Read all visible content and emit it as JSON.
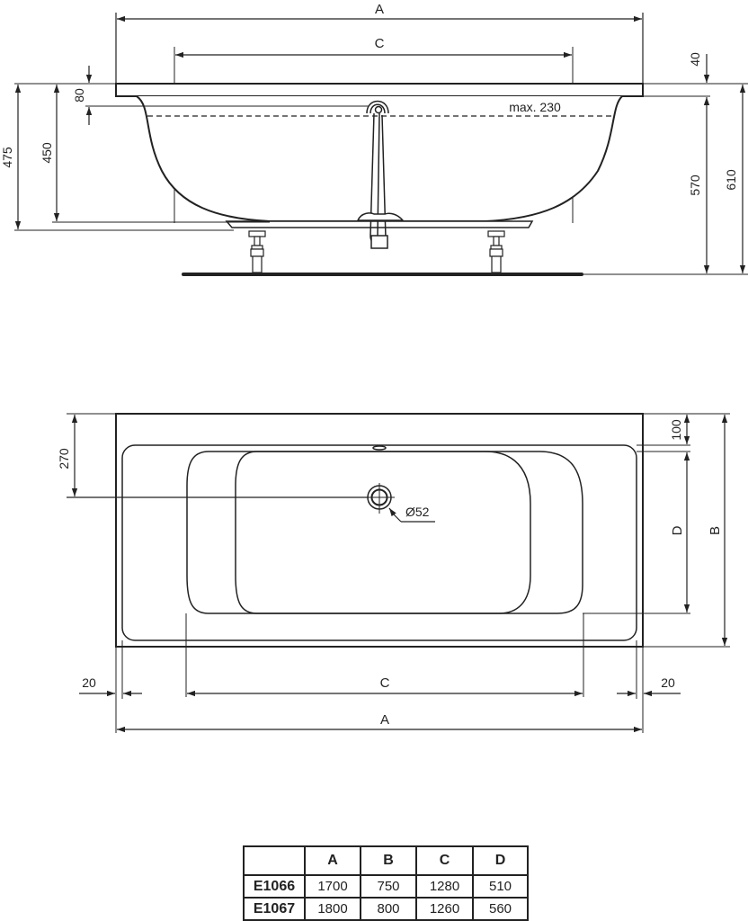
{
  "side_view": {
    "dims": {
      "length_overall": "A",
      "inner_length": "C",
      "rim_thickness_right": "40",
      "overflow_drop": "80",
      "max_water_level": "max. 230",
      "height_to_bottom_inner": "450",
      "height_to_bottom_outer": "475",
      "height_base_to_rim_underside": "570",
      "height_total": "610"
    }
  },
  "plan_view": {
    "dims": {
      "waste_offset": "270",
      "waste_diameter": "Ø52",
      "rim_top": "100",
      "inner_width": "D",
      "width_overall": "B",
      "rim_left": "20",
      "rim_right": "20",
      "inner_length": "C",
      "length_overall": "A"
    }
  },
  "spec_table": {
    "headers": [
      "",
      "A",
      "B",
      "C",
      "D"
    ],
    "rows": [
      {
        "model": "E1066",
        "A": "1700",
        "B": "750",
        "C": "1280",
        "D": "510"
      },
      {
        "model": "E1067",
        "A": "1800",
        "B": "800",
        "C": "1260",
        "D": "560"
      }
    ]
  },
  "colors": {
    "line": "#222222",
    "background": "#ffffff"
  }
}
